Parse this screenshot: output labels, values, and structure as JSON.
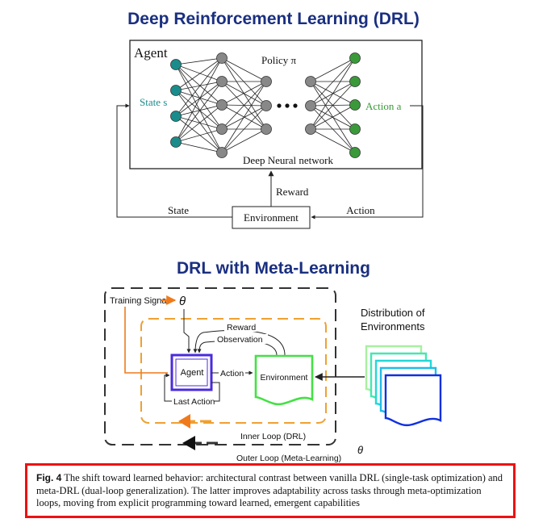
{
  "drl": {
    "heading": "Deep Reinforcement Learning (DRL)",
    "agent_label": "Agent",
    "policy_label": "Policy π",
    "state_label": "State s",
    "action_label": "Action a",
    "network_label": "Deep Neural network",
    "reward_label": "Reward",
    "state_edge_label": "State",
    "action_edge_label": "Action",
    "environment_label": "Environment",
    "colors": {
      "input_node": "#1b8c8c",
      "hidden_node": "#888888",
      "output_node": "#3a9a3a"
    }
  },
  "meta": {
    "heading": "DRL with Meta-Learning",
    "training_signal_label": "Training Signal",
    "theta_top": "θ",
    "theta_bottom": "θ",
    "reward_label": "Reward",
    "observation_label": "Observation",
    "agent_label": "Agent",
    "action_label": "Action",
    "environment_label": "Environment",
    "last_action_label": "Last Action",
    "inner_loop_label": "Inner Loop (DRL)",
    "outer_loop_label": "Outer Loop (Meta-Learning)",
    "distribution_label_line1": "Distribution of",
    "distribution_label_line2": "Environments",
    "colors": {
      "agent_border": "#4b2bdc",
      "environment_border": "#44e044",
      "inner_loop": "#f0a030",
      "training_signal": "#f07a1a"
    }
  },
  "caption": {
    "label": "Fig. 4",
    "text": "The shift toward learned behavior: architectural contrast between vanilla DRL (single-task optimization) and meta-DRL (dual-loop generalization). The latter improves adaptability across tasks through meta-optimization loops, moving from explicit programming toward learned, emergent capabilities"
  }
}
